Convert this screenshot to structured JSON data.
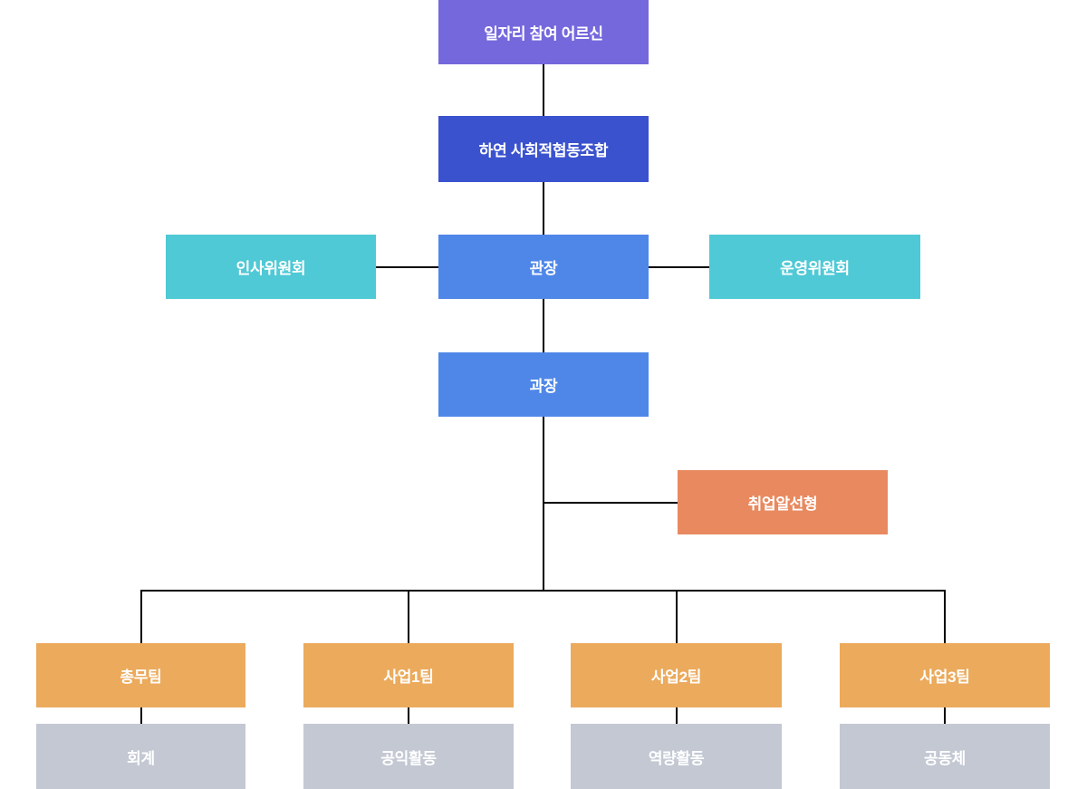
{
  "diagram": {
    "type": "org-chart",
    "background_color": "#ffffff",
    "line_color": "#000000",
    "text_color": "#ffffff",
    "colors": {
      "purple": "#7568DC",
      "royal_blue": "#3B52CE",
      "teal": "#4FC9D5",
      "blue": "#4F87E8",
      "salmon": "#E8895F",
      "orange": "#EBAA5C",
      "gray": "#C3C8D3"
    },
    "nodes": [
      {
        "id": "participants",
        "label": "일자리 참여 어르신",
        "color": "#7568DC"
      },
      {
        "id": "coop",
        "label": "하연 사회적협동조합",
        "color": "#3B52CE"
      },
      {
        "id": "hr-committee",
        "label": "인사위원회",
        "color": "#4FC9D5"
      },
      {
        "id": "director",
        "label": "관장",
        "color": "#4F87E8"
      },
      {
        "id": "steering-committee",
        "label": "운영위원회",
        "color": "#4FC9D5"
      },
      {
        "id": "manager",
        "label": "과장",
        "color": "#4F87E8"
      },
      {
        "id": "job-placement",
        "label": "취업알선형",
        "color": "#E8895F"
      },
      {
        "id": "general-affairs-team",
        "label": "총무팀",
        "color": "#EBAA5C"
      },
      {
        "id": "business-team-1",
        "label": "사업1팀",
        "color": "#EBAA5C"
      },
      {
        "id": "business-team-2",
        "label": "사업2팀",
        "color": "#EBAA5C"
      },
      {
        "id": "business-team-3",
        "label": "사업3팀",
        "color": "#EBAA5C"
      },
      {
        "id": "accounting",
        "label": "회계",
        "color": "#C3C8D3"
      },
      {
        "id": "public-activity",
        "label": "공익활동",
        "color": "#C3C8D3"
      },
      {
        "id": "capacity-activity",
        "label": "역량활동",
        "color": "#C3C8D3"
      },
      {
        "id": "community",
        "label": "공동체",
        "color": "#C3C8D3"
      }
    ],
    "edges": [
      {
        "from": "participants",
        "to": "coop"
      },
      {
        "from": "coop",
        "to": "director"
      },
      {
        "from": "hr-committee",
        "to": "director"
      },
      {
        "from": "director",
        "to": "steering-committee"
      },
      {
        "from": "director",
        "to": "manager"
      },
      {
        "from": "manager",
        "to": "job-placement"
      },
      {
        "from": "manager",
        "to": "general-affairs-team"
      },
      {
        "from": "manager",
        "to": "business-team-1"
      },
      {
        "from": "manager",
        "to": "business-team-2"
      },
      {
        "from": "manager",
        "to": "business-team-3"
      },
      {
        "from": "general-affairs-team",
        "to": "accounting"
      },
      {
        "from": "business-team-1",
        "to": "public-activity"
      },
      {
        "from": "business-team-2",
        "to": "capacity-activity"
      },
      {
        "from": "business-team-3",
        "to": "community"
      }
    ]
  }
}
